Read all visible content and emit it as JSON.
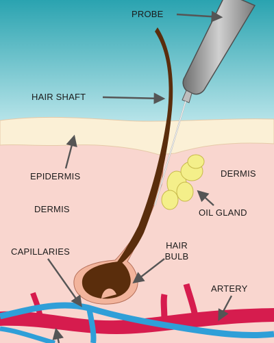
{
  "labels": {
    "probe": "PROBE",
    "hair_shaft": "HAIR SHAFT",
    "epidermis": "EPIDERMIS",
    "dermis_left": "DERMIS",
    "dermis_right": "DERMIS",
    "oil_gland": "OIL GLAND",
    "capillaries": "CAPILLARIES",
    "hair_bulb_line1": "HAIR",
    "hair_bulb_line2": "BULB",
    "artery": "ARTERY"
  },
  "colors": {
    "sky_top": "#2aa3b0",
    "sky_bottom": "#c9ecf0",
    "epidermis": "#fbf0d6",
    "dermis": "#f9d6cf",
    "hair": "#5a2d0c",
    "bulb": "#f2b49c",
    "oil_gland": "#f4ef8a",
    "artery": "#d61c4e",
    "vein": "#2f9fd8",
    "probe_body": "#9a9a9a",
    "arrow": "#555555"
  }
}
